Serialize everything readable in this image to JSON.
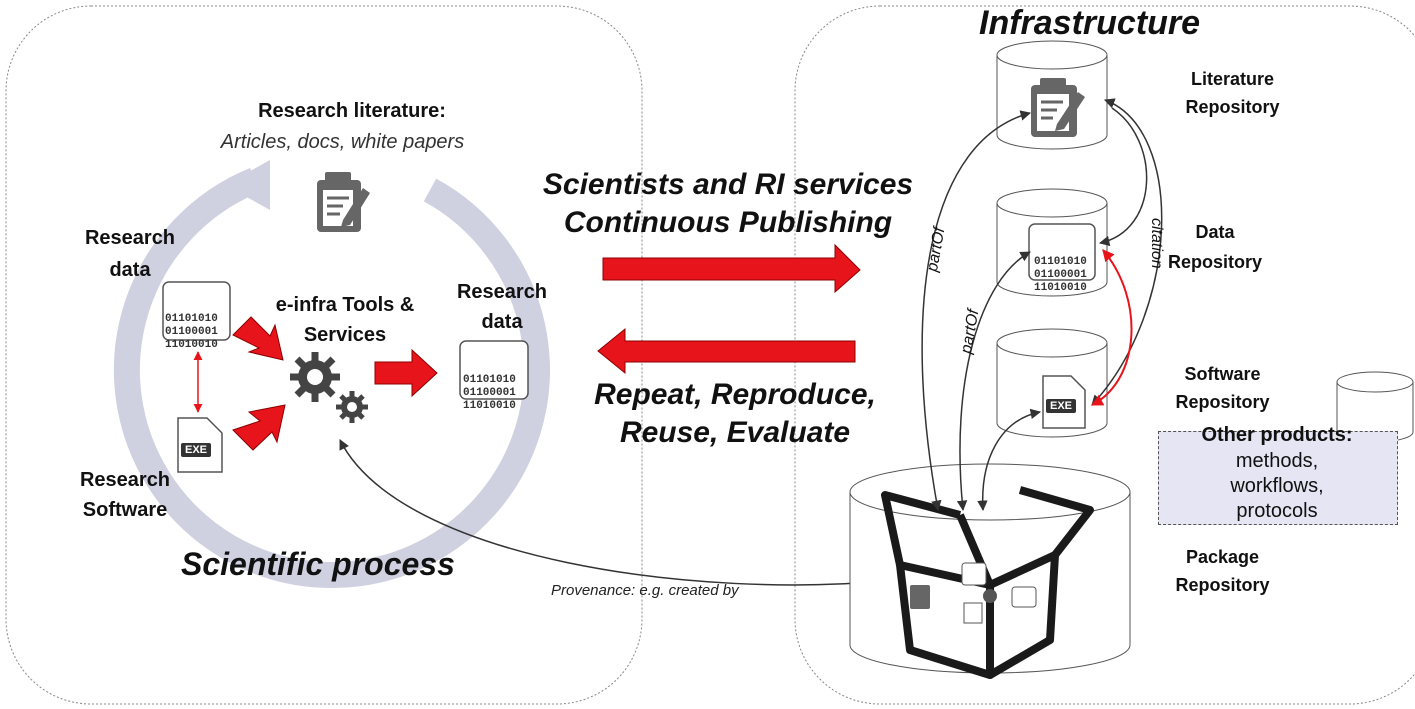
{
  "left_panel": {
    "literature_title": "Research literature:",
    "literature_sub": "Articles, docs, white papers",
    "data_left": [
      "Research",
      "data"
    ],
    "data_right": [
      "Research",
      "data"
    ],
    "tools": [
      "e-infra Tools &",
      "Services"
    ],
    "software": [
      "Research",
      "Software"
    ],
    "process_label": "Scientific process",
    "binary": [
      "01101010",
      "01100001",
      "11010010"
    ],
    "exe_label": "EXE"
  },
  "middle": {
    "publishing": [
      "Scientists and RI services",
      "Continuous Publishing"
    ],
    "repeat": [
      "Repeat, Reproduce,",
      "Reuse, Evaluate"
    ],
    "provenance": "Provenance: e.g. created by"
  },
  "right_panel": {
    "title": "Infrastructure",
    "literature_repo": [
      "Literature",
      "Repository"
    ],
    "data_repo": [
      "Data",
      "Repository"
    ],
    "software_repo": [
      "Software",
      "Repository"
    ],
    "package_repo": [
      "Package",
      "Repository"
    ],
    "other_title": "Other products:",
    "other_items": [
      "methods,",
      "workflows,",
      "protocols"
    ],
    "edge_partof_1": "partOf",
    "edge_partof_2": "partOf",
    "edge_citation": "citation"
  },
  "colors": {
    "red_arrow": "#e8141b",
    "cycle": "#cfd0e0",
    "icon_gray": "#555555",
    "other_fill": "#e5e5f3"
  }
}
